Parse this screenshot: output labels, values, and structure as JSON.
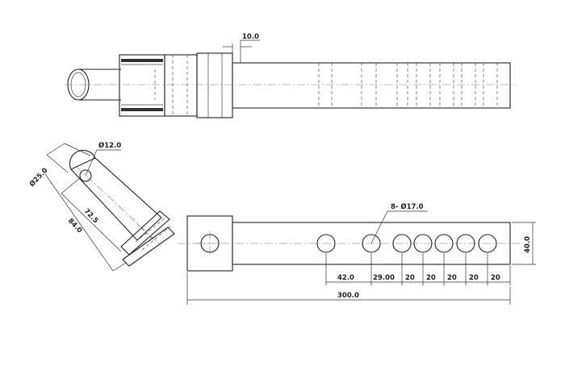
{
  "drawing": {
    "top_view": {
      "dim_thickness": "10.0"
    },
    "front_view": {
      "dim_pin_hole": "Ø12.0",
      "dim_arm_width": "Ø25.0",
      "dim_pin_center": "72.5",
      "dim_arm_length": "84.0",
      "dim_hole_callout": "8- Ø17.0",
      "dim_bar_height": "40.0",
      "dim_first_hole": "42.0",
      "dim_second_hole": "29.00",
      "dim_pitch_1": "20",
      "dim_pitch_2": "20",
      "dim_pitch_3": "20",
      "dim_pitch_4": "20",
      "dim_pitch_5": "20",
      "dim_overall_length": "300.0"
    }
  }
}
